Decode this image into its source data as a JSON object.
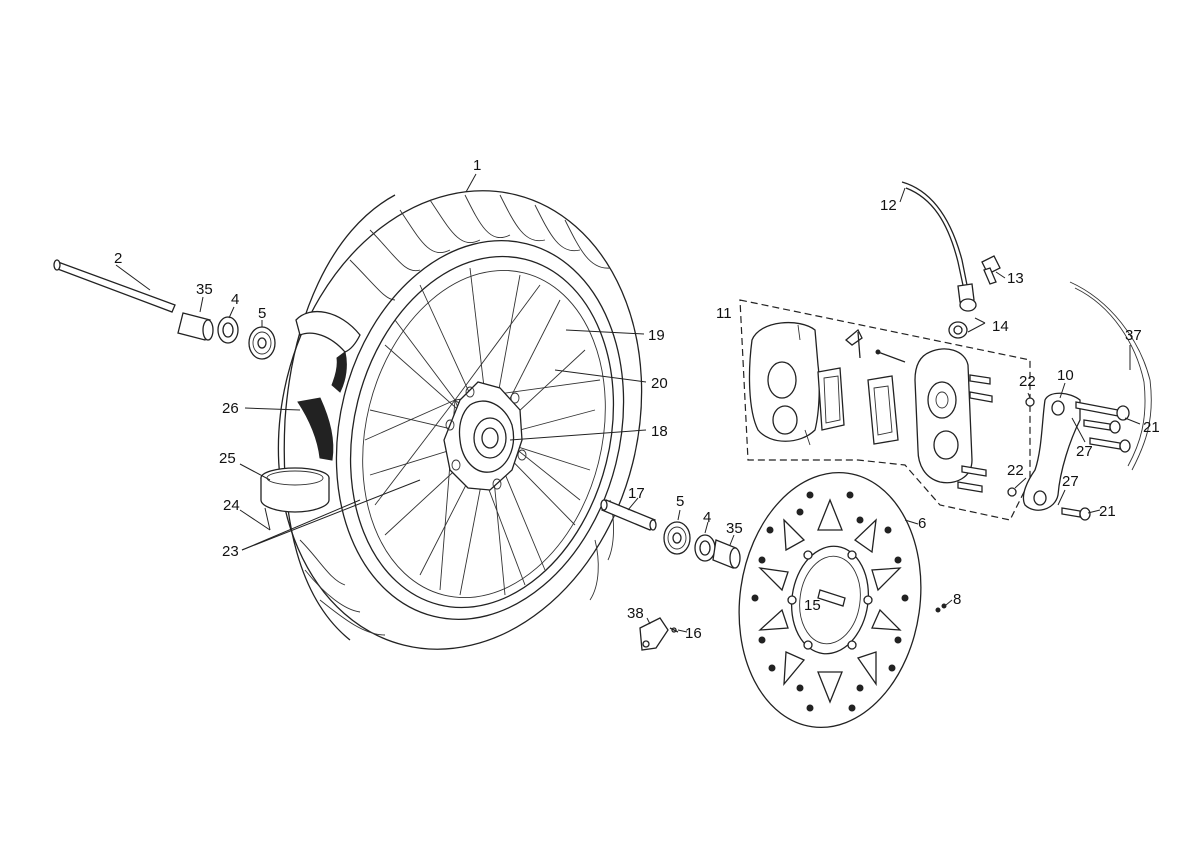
{
  "labels": {
    "l1": "1",
    "l2": "2",
    "l35a": "35",
    "l4a": "4",
    "l5a": "5",
    "l26": "26",
    "l25": "25",
    "l24": "24",
    "l23": "23",
    "l19": "19",
    "l20": "20",
    "l18": "18",
    "l17": "17",
    "l5b": "5",
    "l4b": "4",
    "l35b": "35",
    "l38": "38",
    "l16": "16",
    "l15": "15",
    "l8": "8",
    "l6": "6",
    "l11": "11",
    "l12": "12",
    "l13": "13",
    "l14": "14",
    "l22a": "22",
    "l22b": "22",
    "l10": "10",
    "l21a": "21",
    "l21b": "21",
    "l27a": "27",
    "l27b": "27",
    "l37": "37"
  }
}
